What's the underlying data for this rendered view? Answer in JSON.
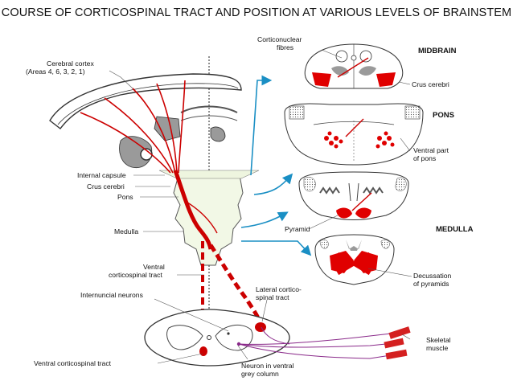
{
  "title": "COURSE OF CORTICOSPINAL TRACT AND POSITION AT VARIOUS LEVELS OF BRAINSTEM",
  "labels": {
    "cortex_line1": "Cerebral cortex",
    "cortex_line2": "(Areas 4, 6, 3, 2, 1)",
    "internal_capsule": "Internal capsule",
    "crus_cerebri_left": "Crus cerebri",
    "pons_left": "Pons",
    "medulla_left": "Medulla",
    "ventral_cst_line1": "Ventral",
    "ventral_cst_line2": "corticospinal tract",
    "internuncial": "Internuncial neurons",
    "ventral_cst_bottom": "Ventral corticospinal tract",
    "lateral_cst_line1": "Lateral cortico-",
    "lateral_cst_line2": "spinal tract",
    "neuron_line1": "Neuron in ventral",
    "neuron_line2": "grey column",
    "skeletal_line1": "Skeletal",
    "skeletal_line2": "muscle",
    "corticonuclear_line1": "Corticonuclear",
    "corticonuclear_line2": "fibres",
    "midbrain": "MIDBRAIN",
    "crus_cerebri_right": "Crus cerebri",
    "pons_right": "PONS",
    "ventral_pons_line1": "Ventral part",
    "ventral_pons_line2": "of pons",
    "pyramid": "Pyramid",
    "medulla_right": "MEDULLA",
    "decussation_line1": "Decussation",
    "decussation_line2": "of pyramids"
  },
  "colors": {
    "tract": "#cc0000",
    "arrow": "#1a8fc4",
    "grey_matter": "#9a9a9a",
    "brainstem_fill": "#f2f8e6",
    "muscle": "#d42020",
    "nerve": "#8a2a8a"
  }
}
